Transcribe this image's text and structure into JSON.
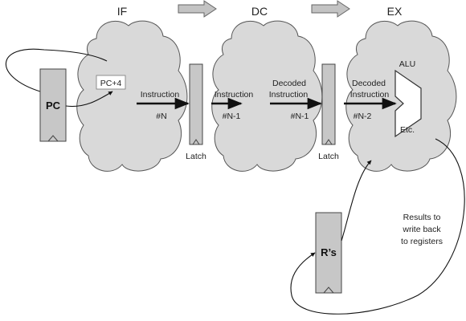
{
  "stages": [
    "IF",
    "DC",
    "EX"
  ],
  "registers": {
    "pc": "PC",
    "regfile": "R’s"
  },
  "latch_label": "Latch",
  "increment_label": "PC+4",
  "alu": {
    "title": "ALU",
    "etc": "Etc."
  },
  "flows": [
    {
      "line1": "Instruction",
      "line2": "",
      "tag": "#N"
    },
    {
      "line1": "Instruction",
      "line2": "",
      "tag": "#N-1"
    },
    {
      "line1": "Decoded",
      "line2": "Instruction",
      "tag": "#N-1"
    },
    {
      "line1": "Decoded",
      "line2": "Instruction",
      "tag": "#N-2"
    }
  ],
  "writeback": [
    "Results to",
    "write back",
    "to registers"
  ]
}
